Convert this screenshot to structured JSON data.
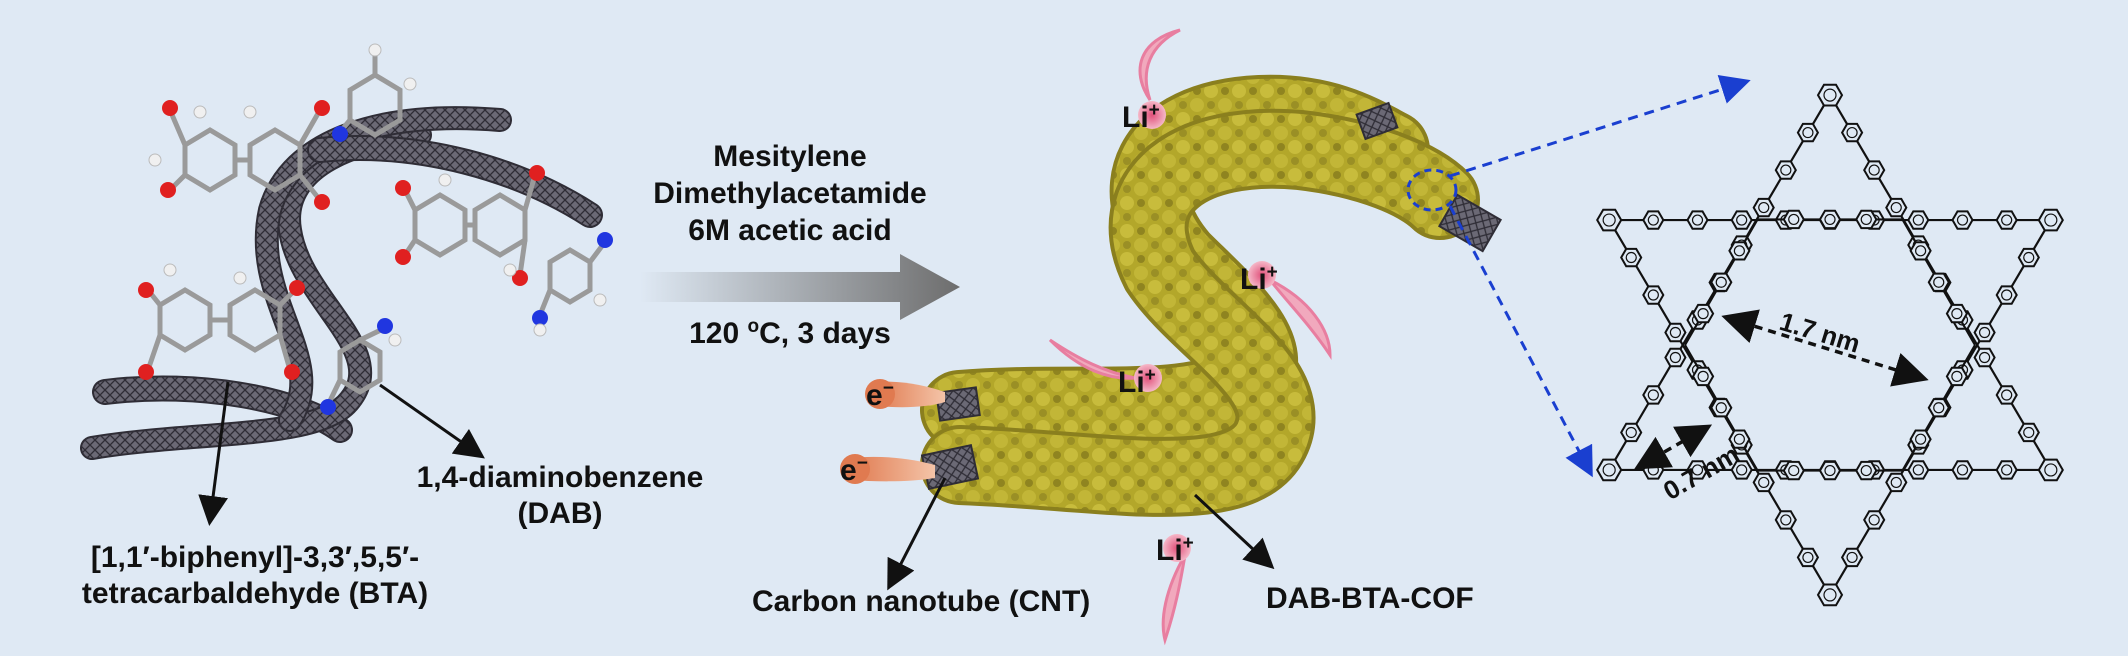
{
  "labels": {
    "bta_line1": "[1,1′-biphenyl]-3,3′,5,5′-",
    "bta_line2": "tetracarbaldehyde (BTA)",
    "dab_line1": "1,4-diaminobenzene",
    "dab_line2": "(DAB)",
    "cnt": "Carbon nanotube (CNT)",
    "cof": "DAB-BTA-COF"
  },
  "conditions": {
    "line1": "Mesitylene",
    "line2": "Dimethylacetamide",
    "line3": "6M acetic acid",
    "temp_value": "120 ",
    "temp_sup": "o",
    "temp_rest": "C, 3 days"
  },
  "ions": {
    "li": "Li",
    "li_charge": "+",
    "e": "e",
    "e_charge": "−"
  },
  "dimensions": {
    "large_pore": "1.7 nm",
    "small_pore": "0.7 nm"
  },
  "colors": {
    "background": "#dfe9f4",
    "cof_coating": "#b5a92a",
    "nanotube": "#5c5a66",
    "li_glow": "#e8789a",
    "electron_tail": "#e79a70",
    "dashed_zoom": "#1a3fd0"
  }
}
